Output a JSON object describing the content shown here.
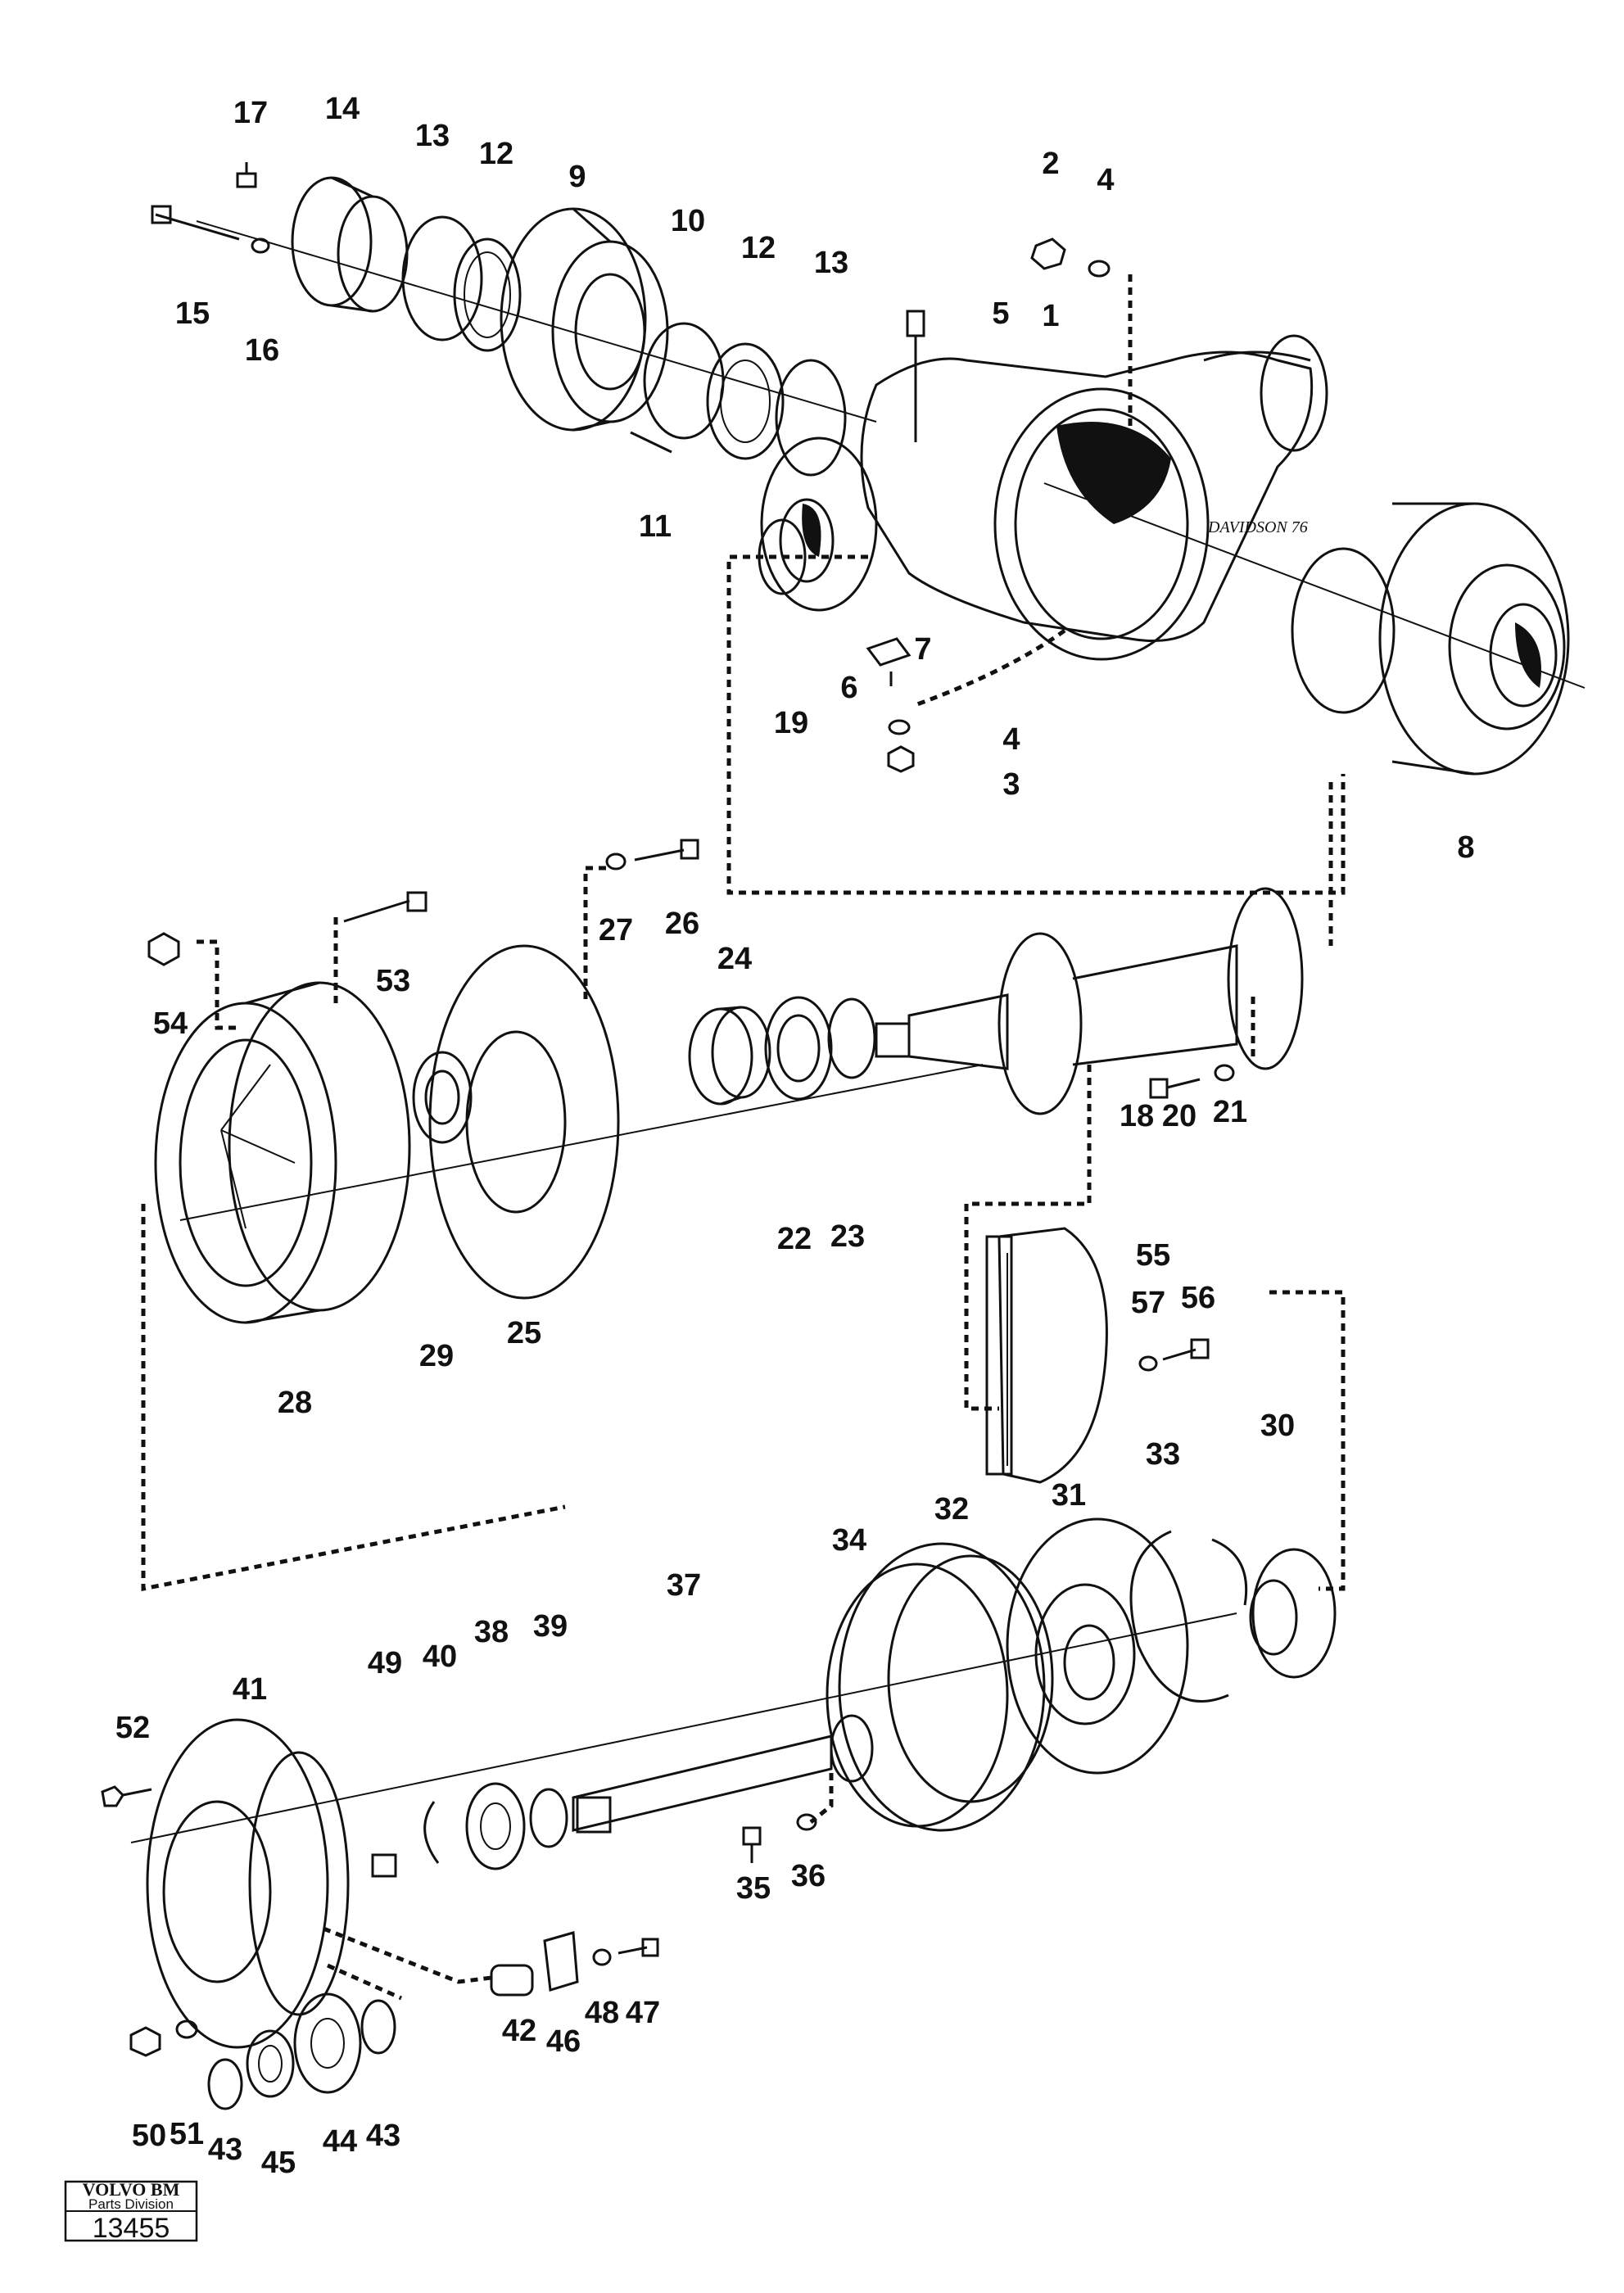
{
  "drawing": {
    "signature": "DAVIDSON 76"
  },
  "title_block": {
    "brand": "VOLVO BM",
    "division": "Parts Division",
    "drawing_number": "13455"
  },
  "callouts": [
    {
      "id": "c17",
      "label": "17"
    },
    {
      "id": "c14",
      "label": "14"
    },
    {
      "id": "c13a",
      "label": "13"
    },
    {
      "id": "c12a",
      "label": "12"
    },
    {
      "id": "c9",
      "label": "9"
    },
    {
      "id": "c10",
      "label": "10"
    },
    {
      "id": "c12b",
      "label": "12"
    },
    {
      "id": "c13b",
      "label": "13"
    },
    {
      "id": "c15",
      "label": "15"
    },
    {
      "id": "c16",
      "label": "16"
    },
    {
      "id": "c11",
      "label": "11"
    },
    {
      "id": "c2",
      "label": "2"
    },
    {
      "id": "c4a",
      "label": "4"
    },
    {
      "id": "c5",
      "label": "5"
    },
    {
      "id": "c1",
      "label": "1"
    },
    {
      "id": "c7",
      "label": "7"
    },
    {
      "id": "c6",
      "label": "6"
    },
    {
      "id": "c19",
      "label": "19"
    },
    {
      "id": "c4b",
      "label": "4"
    },
    {
      "id": "c3",
      "label": "3"
    },
    {
      "id": "c8",
      "label": "8"
    },
    {
      "id": "c27",
      "label": "27"
    },
    {
      "id": "c26",
      "label": "26"
    },
    {
      "id": "c53",
      "label": "53"
    },
    {
      "id": "c54",
      "label": "54"
    },
    {
      "id": "c24",
      "label": "24"
    },
    {
      "id": "c18",
      "label": "18"
    },
    {
      "id": "c20",
      "label": "20"
    },
    {
      "id": "c21",
      "label": "21"
    },
    {
      "id": "c22",
      "label": "22"
    },
    {
      "id": "c23",
      "label": "23"
    },
    {
      "id": "c29",
      "label": "29"
    },
    {
      "id": "c25",
      "label": "25"
    },
    {
      "id": "c28",
      "label": "28"
    },
    {
      "id": "c55",
      "label": "55"
    },
    {
      "id": "c57",
      "label": "57"
    },
    {
      "id": "c56",
      "label": "56"
    },
    {
      "id": "c33",
      "label": "33"
    },
    {
      "id": "c30",
      "label": "30"
    },
    {
      "id": "c32",
      "label": "32"
    },
    {
      "id": "c31",
      "label": "31"
    },
    {
      "id": "c34",
      "label": "34"
    },
    {
      "id": "c37",
      "label": "37"
    },
    {
      "id": "c38",
      "label": "38"
    },
    {
      "id": "c39",
      "label": "39"
    },
    {
      "id": "c40",
      "label": "40"
    },
    {
      "id": "c49",
      "label": "49"
    },
    {
      "id": "c41",
      "label": "41"
    },
    {
      "id": "c52",
      "label": "52"
    },
    {
      "id": "c35",
      "label": "35"
    },
    {
      "id": "c36",
      "label": "36"
    },
    {
      "id": "c42",
      "label": "42"
    },
    {
      "id": "c46",
      "label": "46"
    },
    {
      "id": "c48",
      "label": "48"
    },
    {
      "id": "c47",
      "label": "47"
    },
    {
      "id": "c50",
      "label": "50"
    },
    {
      "id": "c51",
      "label": "51"
    },
    {
      "id": "c43a",
      "label": "43"
    },
    {
      "id": "c45",
      "label": "45"
    },
    {
      "id": "c44",
      "label": "44"
    },
    {
      "id": "c43b",
      "label": "43"
    }
  ]
}
